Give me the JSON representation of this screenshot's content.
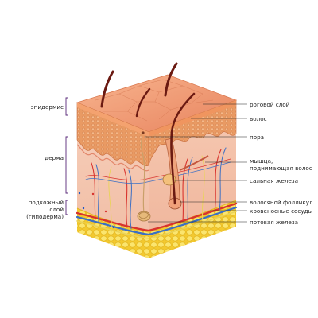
{
  "diagram": {
    "layers": {
      "epidermis": "эпидермис",
      "dermis": "дерма",
      "hypodermis_line1": "подкожный",
      "hypodermis_line2": "слой",
      "hypodermis_line3": "(гиподерма)"
    },
    "callouts": {
      "stratum_corneum": "роговой слой",
      "hair": "волос",
      "pore": "пора",
      "arrector_line1": "мышца,",
      "arrector_line2": "поднимающая волос",
      "sebaceous": "сальная железа",
      "follicle": "волосяной фолликул",
      "vessels": "кровеносные сосуды",
      "sweat": "потовая железа"
    },
    "colors": {
      "bracket": "#5a2a7a",
      "skin_top": "#f2a27c",
      "dermis": "#f6c8b0",
      "fat": "#f5d547",
      "hair": "#6b1a12",
      "artery": "#d8332e",
      "vein": "#3b6fc4",
      "nerve": "#e9d35a"
    }
  }
}
